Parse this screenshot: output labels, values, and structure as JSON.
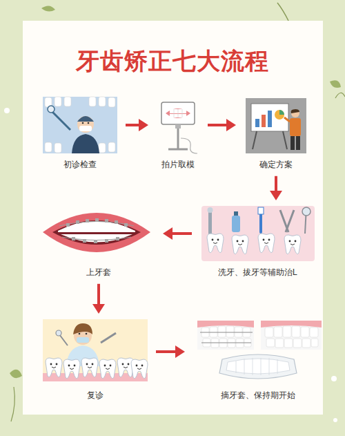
{
  "diagram": {
    "title": "牙齿矫正七大流程",
    "nodes": [
      {
        "text": [
          "初诊检查"
        ]
      },
      {
        "text": [
          "拍片取模"
        ]
      },
      {
        "text": [
          "确定方案"
        ]
      },
      {
        "text": [
          "洗牙、拔牙等辅助治L"
        ]
      },
      {
        "text": [
          "上牙套"
        ]
      },
      {
        "text": [
          "复诊"
        ]
      },
      {
        "text": [
          "摘牙套、保持期开始"
        ]
      }
    ],
    "edges": [
      {
        "from": 0,
        "to": 1,
        "arrow": "to"
      },
      {
        "from": 1,
        "to": 2,
        "arrow": "to"
      },
      {
        "from": 2,
        "to": 3,
        "arrow": "to"
      },
      {
        "from": 3,
        "to": 4,
        "arrow": "to"
      },
      {
        "from": 4,
        "to": 5,
        "arrow": "to"
      },
      {
        "from": 5,
        "to": 6,
        "arrow": "to"
      }
    ]
  }
}
